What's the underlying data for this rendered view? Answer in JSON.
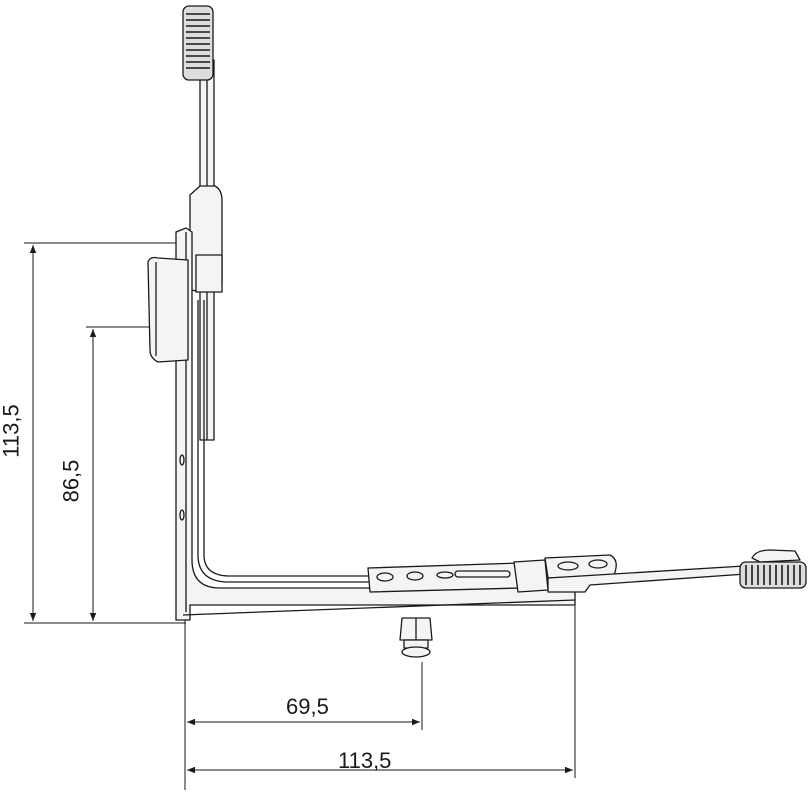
{
  "dimensions": {
    "vertical_total": "113,5",
    "vertical_inner": "86,5",
    "horizontal_inner": "69,5",
    "horizontal_total": "113,5"
  },
  "colors": {
    "line": "#1a1a1a",
    "part_fill": "#f4f4f4"
  }
}
